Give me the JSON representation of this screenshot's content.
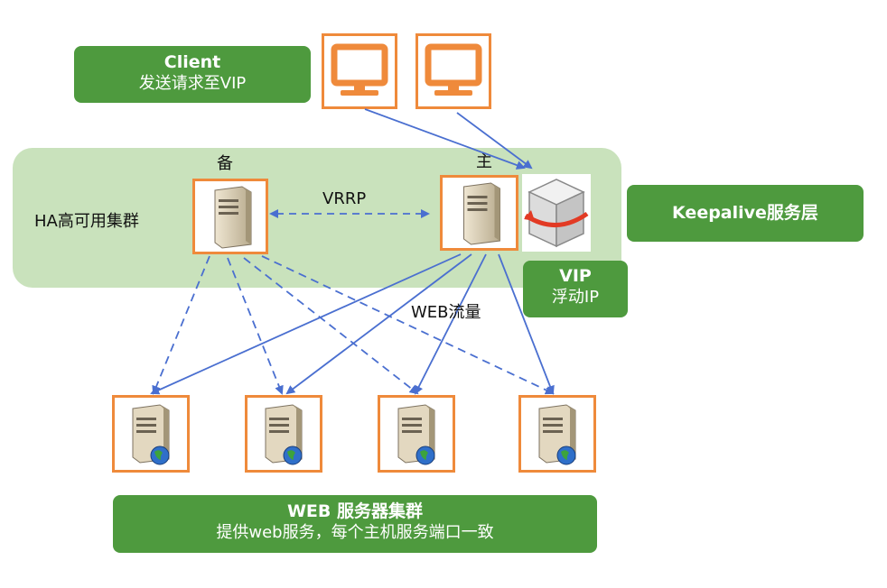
{
  "client": {
    "title": "Client",
    "subtitle": "发送请求至VIP"
  },
  "ha_cluster": {
    "label": "HA高可用集群",
    "backup_label": "备",
    "master_label": "主",
    "vrrp_label": "VRRP"
  },
  "keepalive": {
    "label": "Keepalive服务层"
  },
  "vip": {
    "title": "VIP",
    "subtitle": "浮动IP"
  },
  "traffic": {
    "label": "WEB流量"
  },
  "web_cluster": {
    "title": "WEB 服务器集群",
    "subtitle": "提供web服务，每个主机服务端口一致"
  },
  "colors": {
    "green": "#4e9a3e",
    "light_green": "#c9e2bc",
    "orange": "#ef8a3b",
    "arrow_blue": "#4a6fd0"
  },
  "icons": [
    "monitor-icon",
    "server-icon",
    "web-server-icon",
    "vip-cube-icon"
  ]
}
